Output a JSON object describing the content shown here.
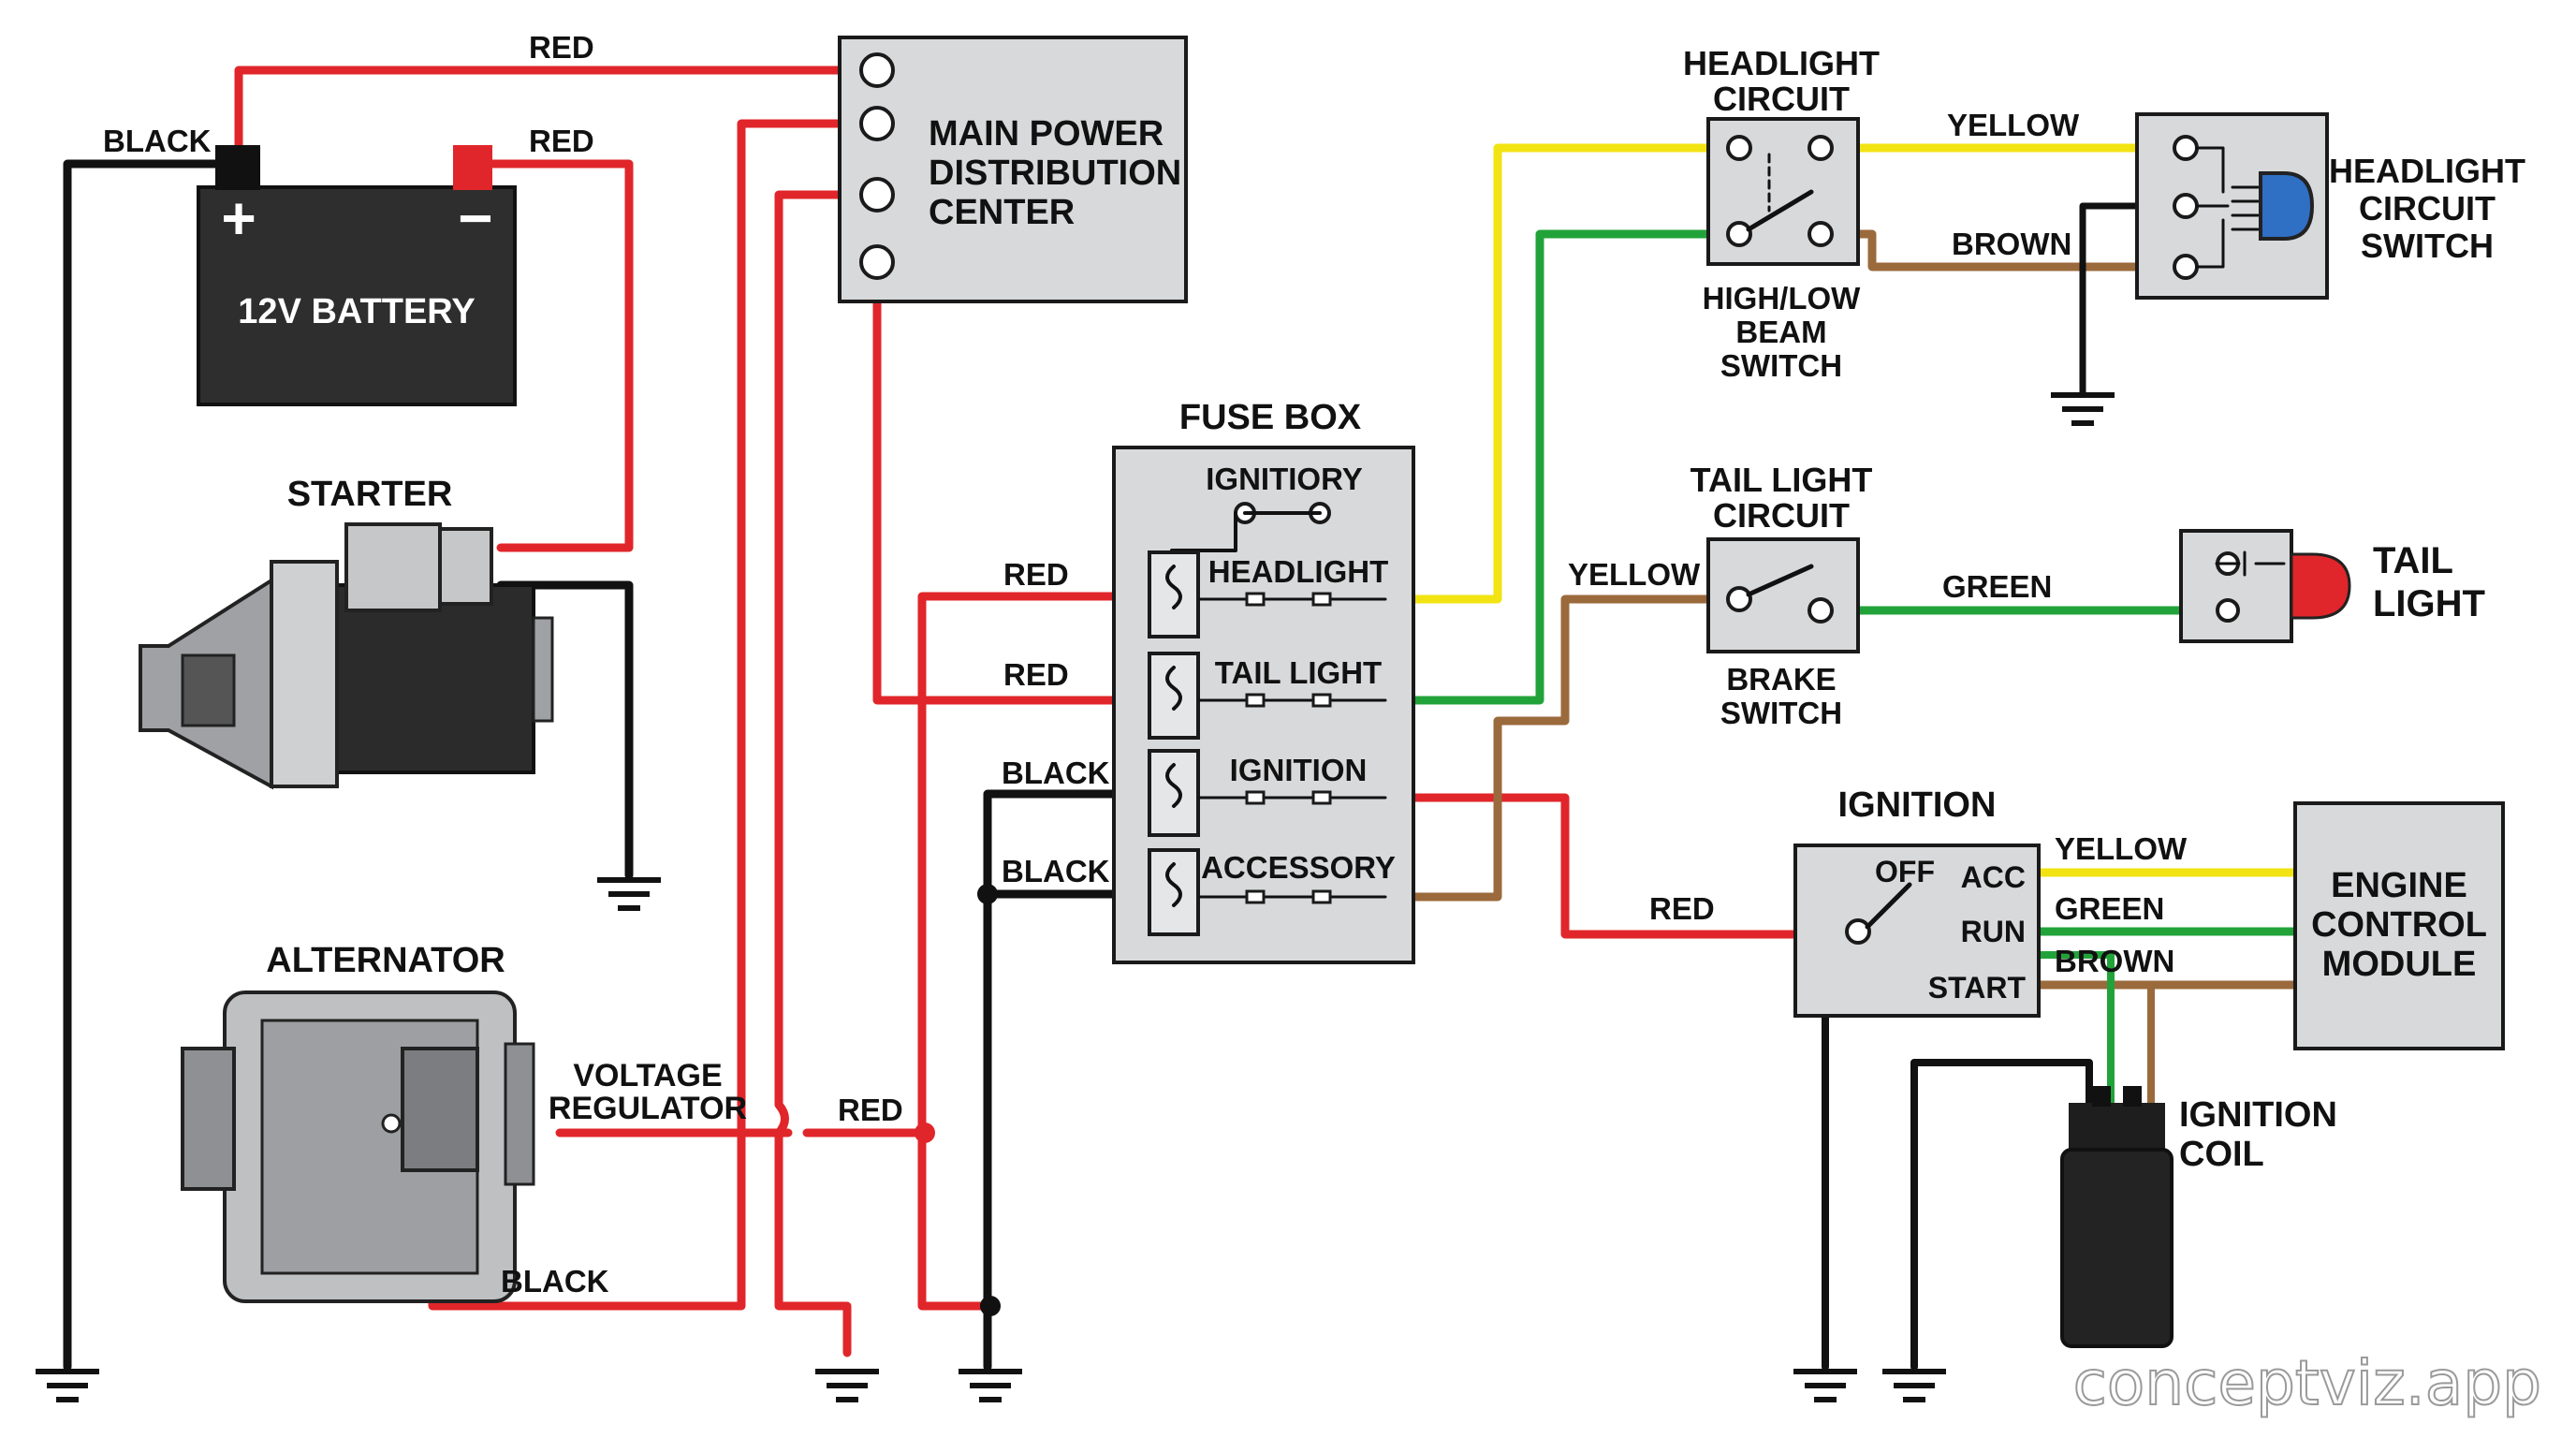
{
  "components": {
    "battery": "12V BATTERY",
    "battery_plus": "+",
    "battery_minus": "−",
    "starter": "STARTER",
    "alternator": "ALTERNATOR",
    "voltage_regulator": [
      "VOLTAGE",
      "REGULATOR"
    ],
    "main_power": [
      "MAIN POWER",
      "DISTRIBUTION",
      "CENTER"
    ],
    "fuse_box": "FUSE BOX",
    "fuse_box_top": "IGNITIORY",
    "fuses": [
      "HEADLIGHT",
      "TAIL LIGHT",
      "IGNITION",
      "ACCESSORY"
    ],
    "headlight_circuit": [
      "HEADLIGHT",
      "CIRCUIT"
    ],
    "high_low_switch": [
      "HIGH/LOW",
      "BEAM",
      "SWITCH"
    ],
    "headlight_circuit_switch": [
      "HEADLIGHT",
      "CIRCUIT",
      "SWITCH"
    ],
    "tail_light_circuit": [
      "TAIL LIGHT",
      "CIRCUIT"
    ],
    "brake_switch": [
      "BRAKE",
      "SWITCH"
    ],
    "tail_light": [
      "TAIL",
      "LIGHT"
    ],
    "ignition": "IGNITION",
    "ignition_positions": [
      "OFF",
      "ACC",
      "RUN",
      "START"
    ],
    "ecm": [
      "ENGINE",
      "CONTROL",
      "MODULE"
    ],
    "ignition_coil": [
      "IGNITION",
      "COIL"
    ]
  },
  "wire_labels": {
    "battery_neg": "BLACK",
    "battery_pos_top": "RED",
    "battery_red_side": "RED",
    "fuse_red_1": "RED",
    "fuse_red_2": "RED",
    "fuse_black_1": "BLACK",
    "fuse_black_2": "BLACK",
    "alt_red": "RED",
    "alt_black": "BLACK",
    "head_yellow": "YELLOW",
    "head_brown": "BROWN",
    "tail_yellow": "YELLOW",
    "tail_green": "GREEN",
    "ign_red": "RED",
    "ign_yellow": "YELLOW",
    "ign_green": "GREEN",
    "ign_brown": "BROWN"
  },
  "watermark": "conceptviz.app",
  "colors": {
    "red": "#e0262a",
    "black": "#111111",
    "yellow": "#f2e313",
    "green": "#22a33a",
    "brown": "#9b6a3c",
    "component_gray": "#d8d9da"
  }
}
